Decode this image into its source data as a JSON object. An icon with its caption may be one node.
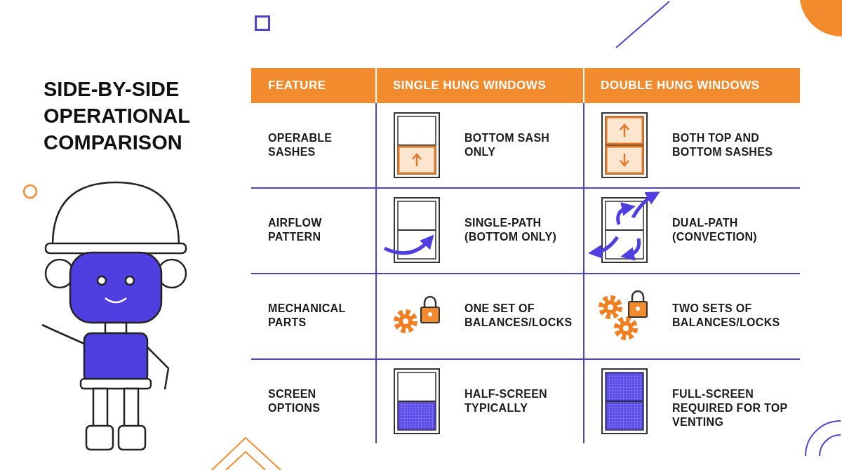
{
  "diagram": {
    "title": "SIDE-BY-SIDE OPERATIONAL COMPARISON",
    "labels": [
      "FEATURE",
      "SINGLE HUNG WINDOWS",
      "DOUBLE HUNG WINDOWS",
      "OPERABLE SASHES",
      "BOTTOM SASH ONLY",
      "BOTH TOP AND BOTTOM SASHES",
      "AIRFLOW PATTERN",
      "SINGLE-PATH (BOTTOM ONLY)",
      "DUAL-PATH (CONVECTION)",
      "MECHANICAL PARTS",
      "ONE SET OF BALANCES/LOCKS",
      "TWO SETS OF BALANCES/LOCKS",
      "SCREEN OPTIONS",
      "HALF-SCREEN TYPICALLY",
      "FULL-SCREEN REQUIRED FOR TOP VENTING"
    ]
  }
}
